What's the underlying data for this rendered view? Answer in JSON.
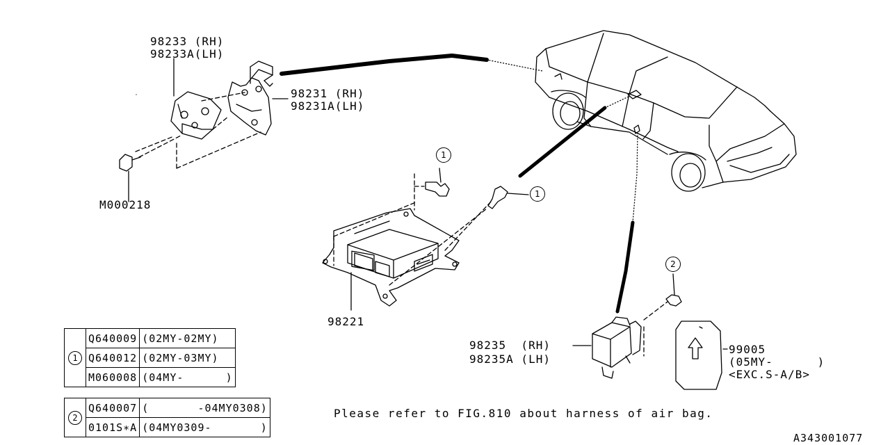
{
  "labels": {
    "bracket_rh": "98233 (RH)",
    "bracket_lh": "98233A(LH)",
    "sensor_bracket_rh": "98231 (RH)",
    "sensor_bracket_lh": "98231A(LH)",
    "bolt": "M000218",
    "control_unit": "98221",
    "side_sensor_rh": "98235  (RH)",
    "side_sensor_lh": "98235A (LH)",
    "label_part": "99005",
    "label_years": "(05MY-      )",
    "label_exc": "<EXC.S-A/B>",
    "circle_1": "1",
    "circle_2": "2"
  },
  "note": "Please refer to FIG.810 about harness of air bag.",
  "figure_id": "A343001077",
  "table1": {
    "symbol": "1",
    "rows": [
      {
        "part": "Q640009",
        "range": "(02MY-02MY)"
      },
      {
        "part": "Q640012",
        "range": "(02MY-03MY)"
      },
      {
        "part": "M060008",
        "range": "(04MY-      )"
      }
    ]
  },
  "table2": {
    "symbol": "2",
    "rows": [
      {
        "part": "Q640007",
        "range": "(       -04MY0308)"
      },
      {
        "part": "0101S∗A",
        "range": "(04MY0309-       )"
      }
    ]
  }
}
